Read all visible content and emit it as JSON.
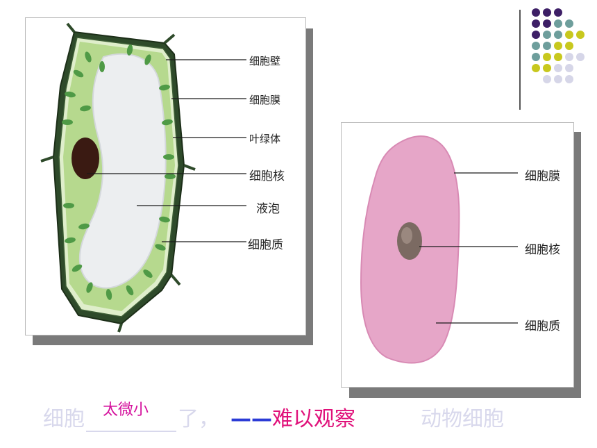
{
  "plant_cell": {
    "labels": [
      "细胞壁",
      "细胞膜",
      "叶绿体",
      "细胞核",
      "液泡",
      "细胞质"
    ]
  },
  "animal_cell": {
    "labels": [
      "细胞膜",
      "细胞核",
      "细胞质"
    ]
  },
  "caption": {
    "part1": "细胞",
    "answer": "太微小",
    "part2": "了，",
    "dash": "——",
    "emphasis": "难以观察",
    "animal_title": "动物细胞"
  },
  "colors": {
    "cell_wall": "#2e4a2a",
    "cytoplasm_green": "#b6d98e",
    "chloroplast": "#4f9a46",
    "vacuole": "#eceef0",
    "nucleus_dark": "#3a1a12",
    "animal_cell": "#e6a6c8",
    "animal_nucleus": "#7b6a62",
    "dot_purple": "#3d1f66",
    "dot_teal": "#6e9e9c",
    "dot_yellow": "#c8c81e",
    "dot_lavender": "#d6d6e8"
  }
}
